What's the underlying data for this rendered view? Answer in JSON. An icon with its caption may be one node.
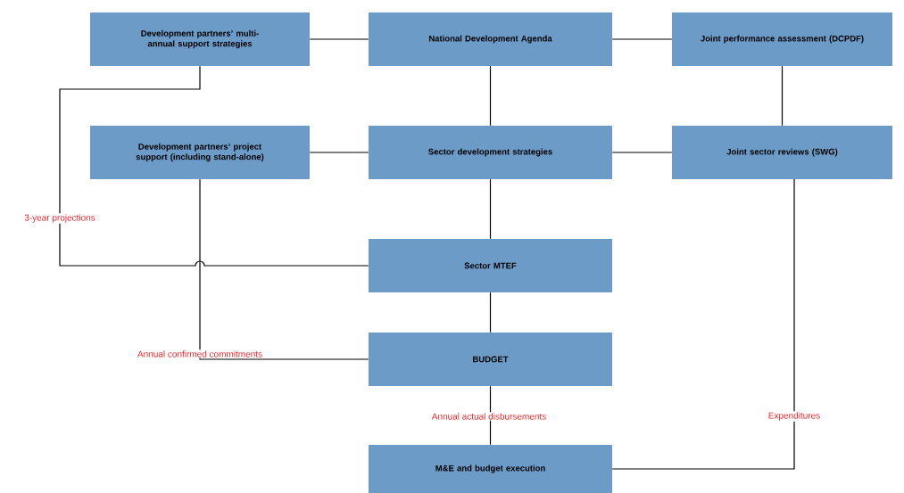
{
  "diagram": {
    "nodes": [
      {
        "text": [
          "Development partners’ multi-annual support strategies"
        ]
      },
      {
        "text": [
          "National  Development Agenda"
        ]
      },
      {
        "text": [
          "Joint performance assessment (DCPDF)"
        ]
      },
      {
        "text": [
          "Development partners’ project support (including stand-alone)"
        ]
      },
      {
        "text": [
          "Sector development strategies"
        ]
      },
      {
        "text": [
          "Joint sector reviews (SWG)"
        ]
      },
      {
        "text": [
          "Sector MTEF"
        ]
      },
      {
        "text": [
          "BUDGET"
        ]
      },
      {
        "text": [
          "M&E and budget execution"
        ]
      }
    ],
    "edges": [
      {
        "from": 0,
        "to": 1,
        "arrow": "none"
      },
      {
        "from": 1,
        "to": 2,
        "arrow": "none"
      },
      {
        "from": 1,
        "to": 4,
        "arrow": "none"
      },
      {
        "from": 2,
        "to": 5,
        "arrow": "none"
      },
      {
        "from": 3,
        "to": 4,
        "arrow": "none"
      },
      {
        "from": 4,
        "to": 5,
        "arrow": "none"
      },
      {
        "from": 4,
        "to": 6,
        "arrow": "none"
      },
      {
        "from": 6,
        "to": 7,
        "arrow": "none"
      },
      {
        "from": 0,
        "to": 6,
        "arrow": "none",
        "label": "3-year projections"
      },
      {
        "from": 3,
        "to": 7,
        "arrow": "none",
        "label": "Annual confirmed commitments"
      },
      {
        "from": 7,
        "to": 8,
        "arrow": "none",
        "label": "Annual actual disbursements"
      },
      {
        "from": 8,
        "to": 5,
        "arrow": "none",
        "label": "Expenditures"
      }
    ]
  }
}
